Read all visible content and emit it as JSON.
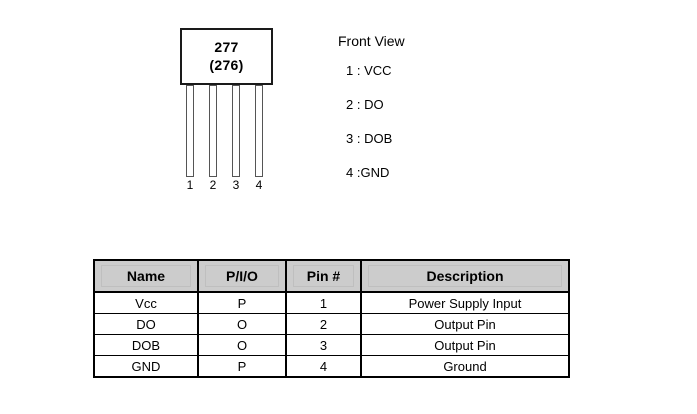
{
  "diagram": {
    "body": {
      "part_number": "277",
      "alternate_part_number": "(276)"
    },
    "pins": [
      {
        "number": "1"
      },
      {
        "number": "2"
      },
      {
        "number": "3"
      },
      {
        "number": "4"
      }
    ]
  },
  "front_view": {
    "title": "Front View",
    "items": [
      {
        "label": "1 : VCC"
      },
      {
        "label": "2 : DO"
      },
      {
        "label": "3 : DOB"
      },
      {
        "label": "4 :GND"
      }
    ]
  },
  "table": {
    "headers": [
      "Name",
      "P/I/O",
      "Pin #",
      "Description"
    ],
    "rows": [
      {
        "name": "Vcc",
        "pio": "P",
        "pin": "1",
        "description": "Power Supply Input"
      },
      {
        "name": "DO",
        "pio": "O",
        "pin": "2",
        "description": "Output Pin"
      },
      {
        "name": "DOB",
        "pio": "O",
        "pin": "3",
        "description": "Output Pin"
      },
      {
        "name": "GND",
        "pio": "P",
        "pin": "4",
        "description": "Ground"
      }
    ]
  },
  "colors": {
    "header_fill": "#cccccc",
    "border": "#000000",
    "lead_outline": "#555555"
  }
}
